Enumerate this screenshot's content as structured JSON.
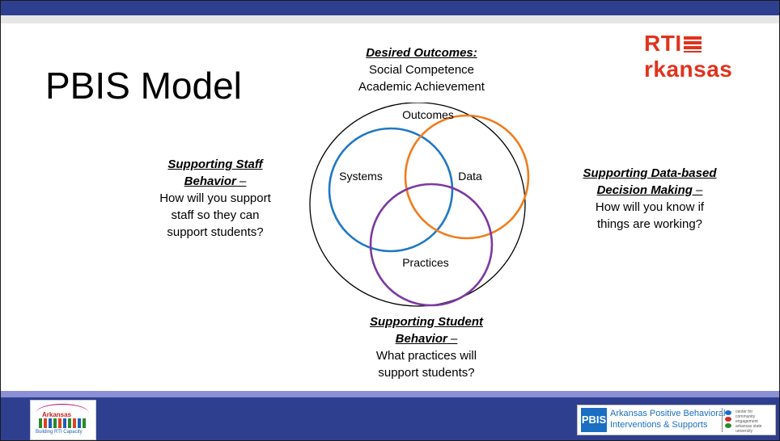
{
  "slide": {
    "title": "PBIS Model",
    "brand_logo": {
      "part1": "RTI",
      "part2": "rkansas"
    },
    "desired": {
      "heading": "Desired Outcomes:",
      "lines": [
        "Social Competence",
        "Academic Achievement"
      ]
    },
    "venn": {
      "outer_label": "Outcomes",
      "systems_label": "Systems",
      "data_label": "Data",
      "practices_label": "Practices",
      "colors": {
        "systems": "#1f77c4",
        "data": "#f07c1c",
        "practices": "#7b3aa0",
        "outer": "#000000"
      }
    },
    "staff": {
      "heading_line1": "Supporting Staff",
      "heading_line2": "Behavior",
      "dash": " –",
      "lines": [
        "How will you support",
        "staff so they can",
        "support students?"
      ]
    },
    "data_block": {
      "heading_line1": "Supporting Data-based",
      "heading_line2": "Decision Making",
      "dash": " –",
      "lines": [
        "How will you know if",
        "things are working?"
      ]
    },
    "student": {
      "heading_line1": "Supporting Student",
      "heading_line2": "Behavior",
      "dash": " –",
      "lines": [
        "What practices will",
        "support students?"
      ]
    }
  },
  "footer": {
    "left_logo": {
      "word": "Arkansas",
      "caption": "Building RTI Capacity"
    },
    "right_logo": {
      "mark": "PBIS",
      "line1": "Arkansas Positive Behavioral",
      "line2": "Interventions & Supports",
      "cce_lines": [
        "center for",
        "community",
        "engagement",
        "arkansas state",
        "university"
      ]
    }
  }
}
